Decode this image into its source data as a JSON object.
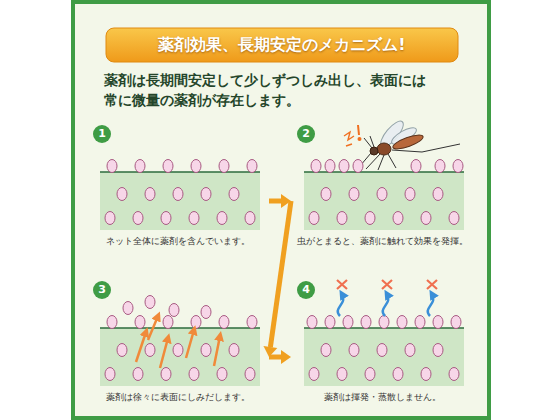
{
  "diagram": {
    "title": "薬剤効果、長期安定のメカニズム!",
    "nodes": [
      {
        "text": [
          "1",
          "ネット全体に薬剤を含んでいます。"
        ]
      },
      {
        "text": [
          "2",
          "虫がとまると、薬剤に触れて効果を発揮。"
        ]
      },
      {
        "text": [
          "3",
          "薬剤は徐々に表面にしみだします。"
        ]
      },
      {
        "text": [
          "4",
          "薬剤は揮発・蒸散しません。"
        ]
      }
    ],
    "edges": [
      {
        "from": 0,
        "to": 1,
        "arrow": "to"
      },
      {
        "from": 1,
        "to": 2,
        "arrow": "to"
      },
      {
        "from": 2,
        "to": 3,
        "arrow": "to"
      }
    ],
    "labels": [
      "薬剤は長期間安定して少しずつしみ出し、表面には常に微量の薬剤が存在します。"
    ]
  }
}
